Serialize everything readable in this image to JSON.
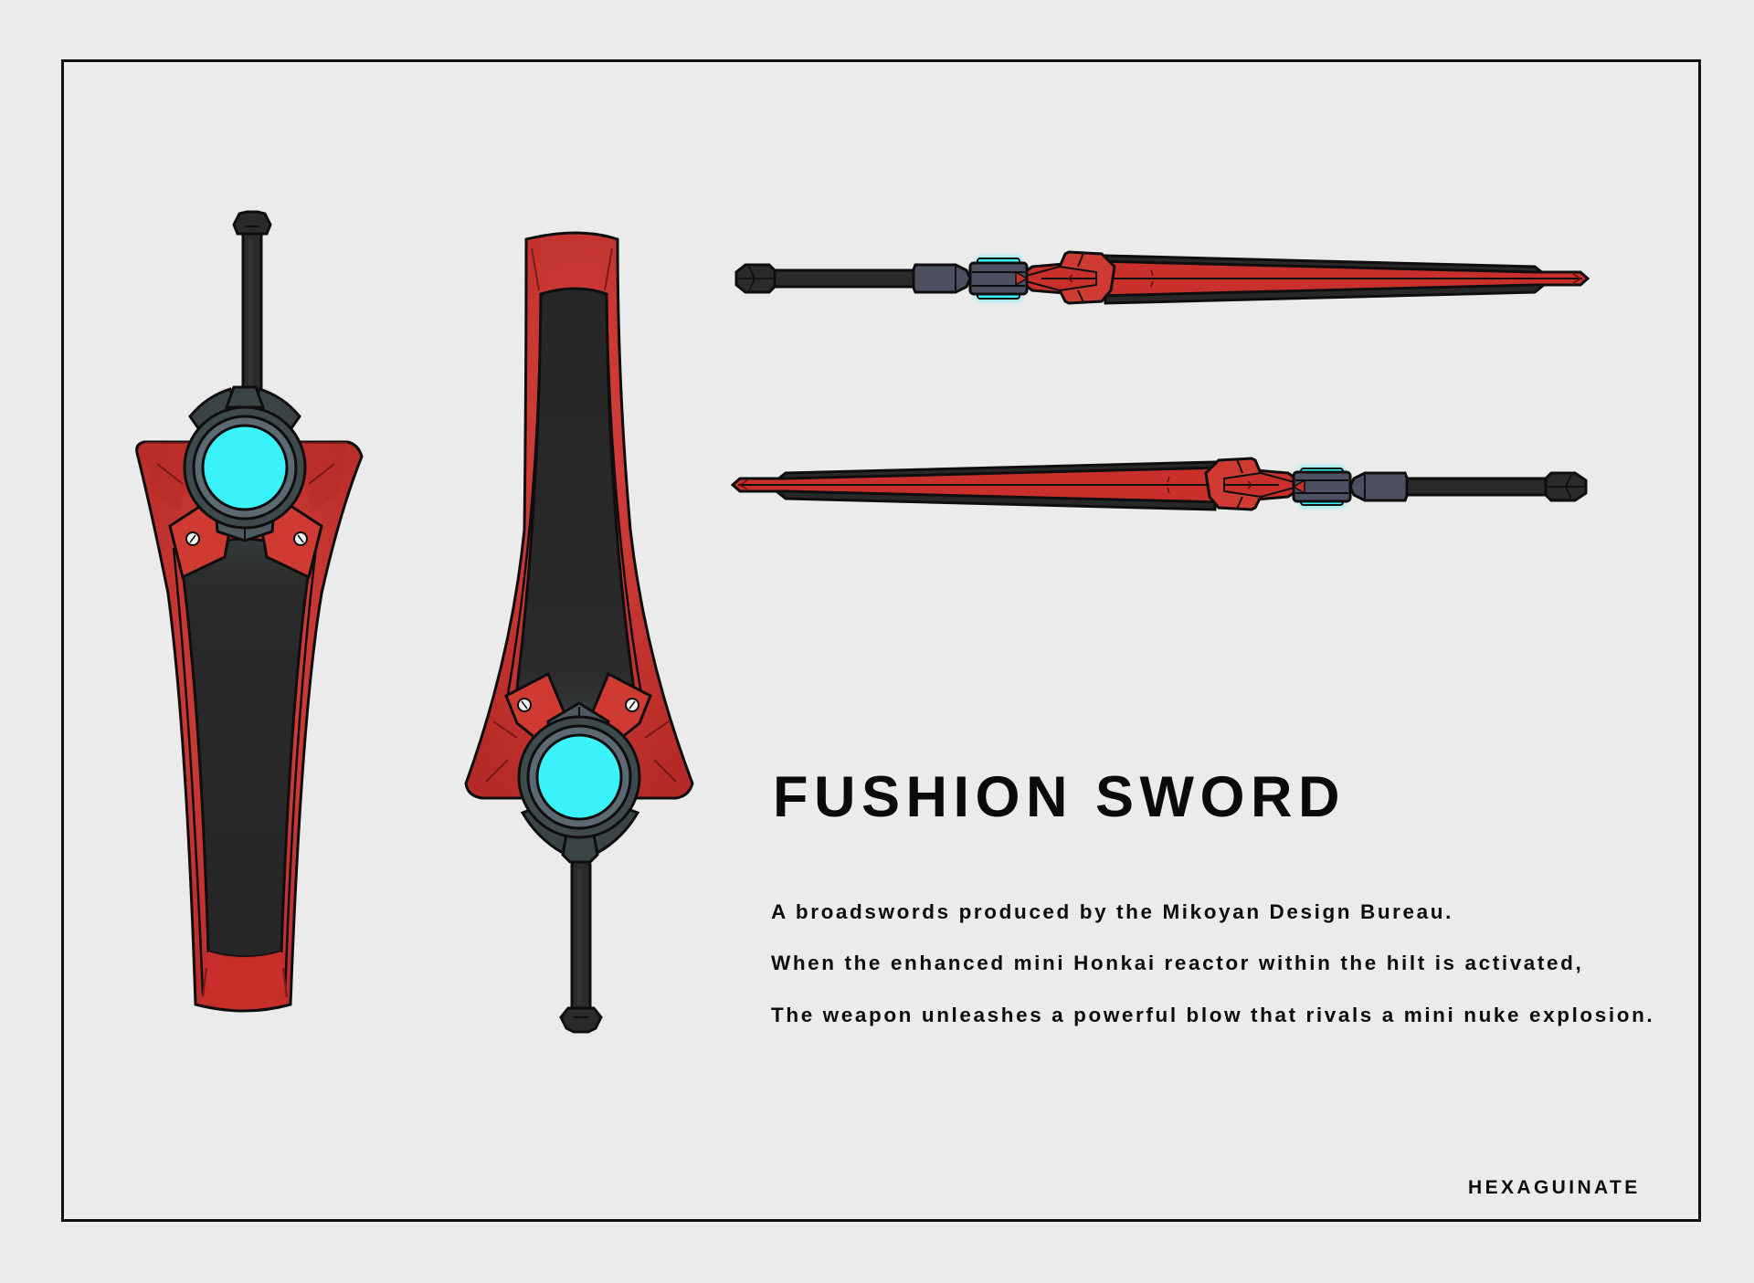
{
  "sheet": {
    "title": "FUSHION SWORD",
    "description": [
      "A broadswords produced by the Mikoyan Design Bureau.",
      "When the enhanced mini Honkai reactor within the hilt is activated,",
      "The weapon unleashes a powerful blow that rivals a mini nuke explosion."
    ],
    "signature": "HEXAGUINATE"
  },
  "views": [
    {
      "name": "front-view",
      "orientation": "hilt-up"
    },
    {
      "name": "back-view",
      "orientation": "hilt-down"
    },
    {
      "name": "side-view-top",
      "orientation": "hilt-left"
    },
    {
      "name": "side-view-bottom",
      "orientation": "hilt-right"
    }
  ],
  "colors": {
    "background": "#ebebeb",
    "frame": "#111111",
    "blade_red": "#c9302b",
    "blade_red_shade": "#a82622",
    "core_dark": "#282828",
    "guard_gray": "#3f4a4d",
    "ring_gray": "#5b6a72",
    "reactor_cyan": "#3af3fb",
    "pommel_slate": "#4d5060",
    "outline": "#0e0e0e"
  }
}
